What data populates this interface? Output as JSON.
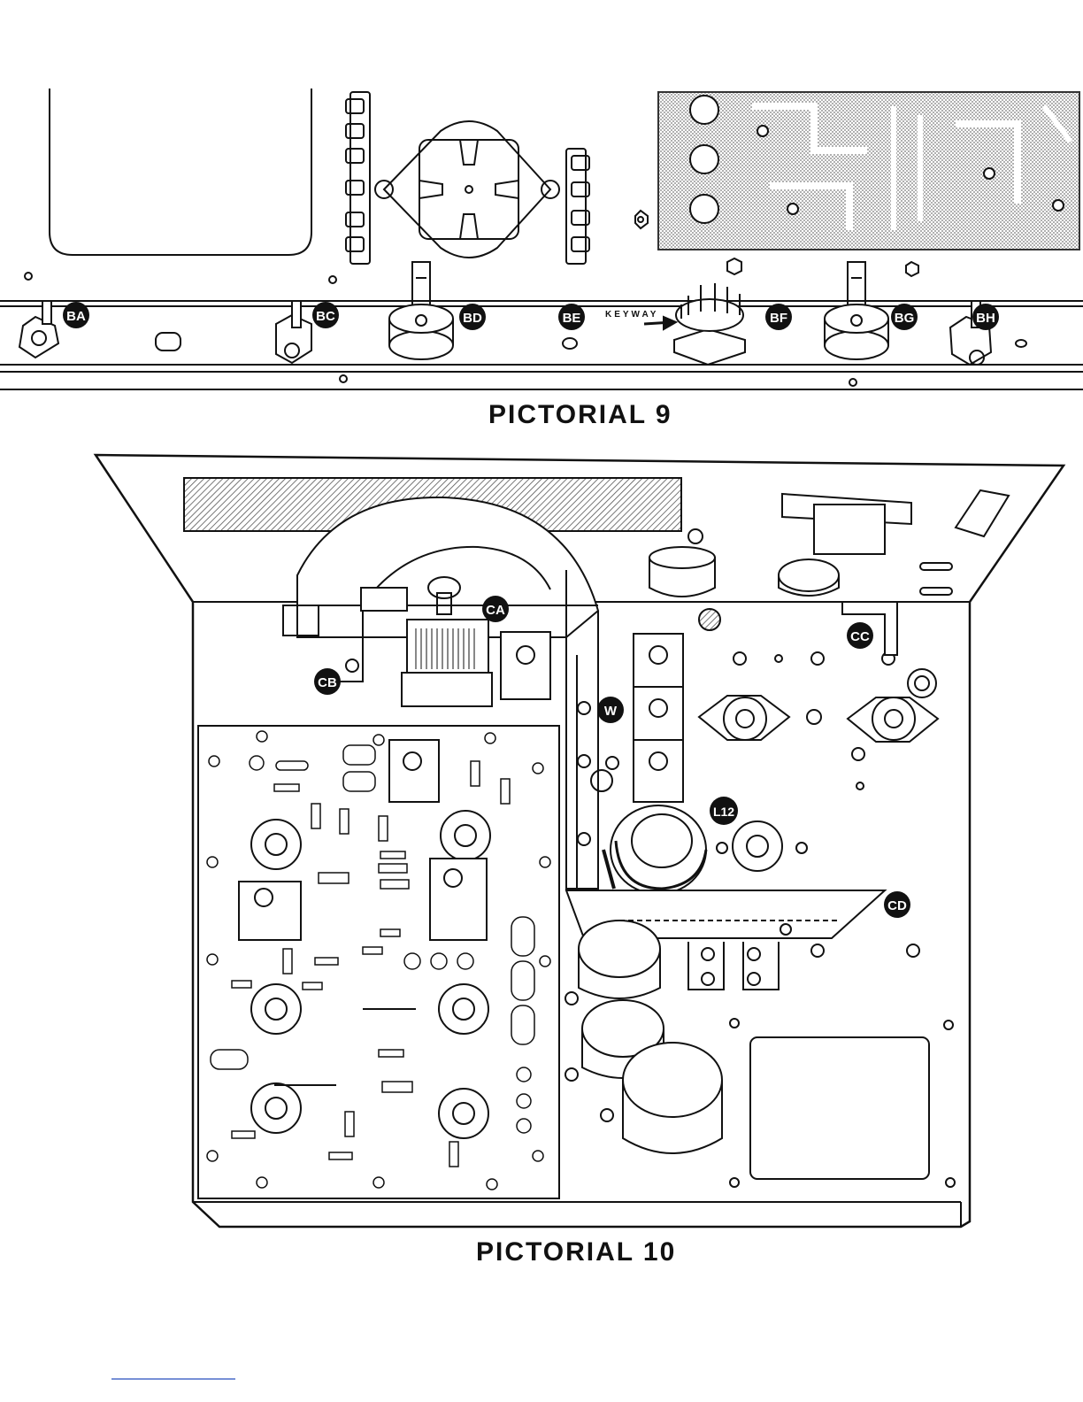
{
  "pictorial_9": {
    "caption": "PICTORIAL 9",
    "keyway_label": "KEYWAY",
    "callouts": [
      "BA",
      "BC",
      "BD",
      "BE",
      "BF",
      "BG",
      "BH"
    ]
  },
  "pictorial_10": {
    "caption": "PICTORIAL 10",
    "callouts": [
      "CA",
      "CB",
      "CC",
      "W",
      "L12",
      "CD"
    ]
  },
  "colors": {
    "ink": "#111111",
    "paper": "#ffffff",
    "shade": "#9a9a9a"
  }
}
